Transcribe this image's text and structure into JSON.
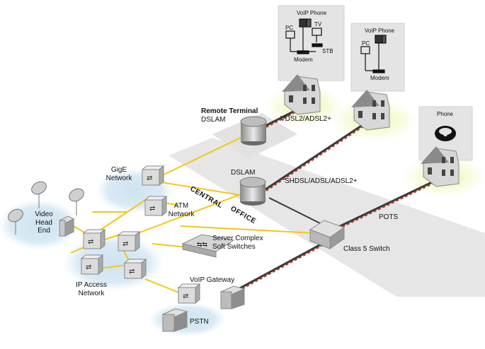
{
  "labels": {
    "voip_phone_1": "VoIP Phone",
    "pc_1": "PC",
    "tv": "TV",
    "stb": "STB",
    "modem_1": "Modem",
    "voip_phone_2": "VoIP Phone",
    "pc_2": "PC",
    "modem_2": "Modem",
    "phone": "Phone",
    "remote_terminal": "Remote Terminal",
    "remote_dslam": "DSLAM",
    "vdsl": "VDSL2/ADSL2+",
    "co_dslam": "DSLAM",
    "shdsl": "SHDSL/ADSL/ADSL2+",
    "central": "CENTRAL",
    "office": "OFFICE",
    "gige_1": "GigE",
    "gige_2": "Network",
    "atm_1": "ATM",
    "atm_2": "Network",
    "video_1": "Video",
    "video_2": "Head",
    "video_3": "End",
    "server_1": "Server Complex",
    "server_2": "Soft Switches",
    "pots": "POTS",
    "class5": "Class 5 Switch",
    "ip_access_1": "IP Access",
    "ip_access_2": "Network",
    "voip_gateway": "VoIP Gateway",
    "pstn": "PSTN"
  },
  "colors": {
    "fiber": "#f5c518",
    "copper_red": "#c0392b",
    "copper_dark": "#3a3a3a",
    "cloud": "#cfe3f0",
    "glow": "#dff0a6",
    "co_band": "#e6e6e6"
  }
}
